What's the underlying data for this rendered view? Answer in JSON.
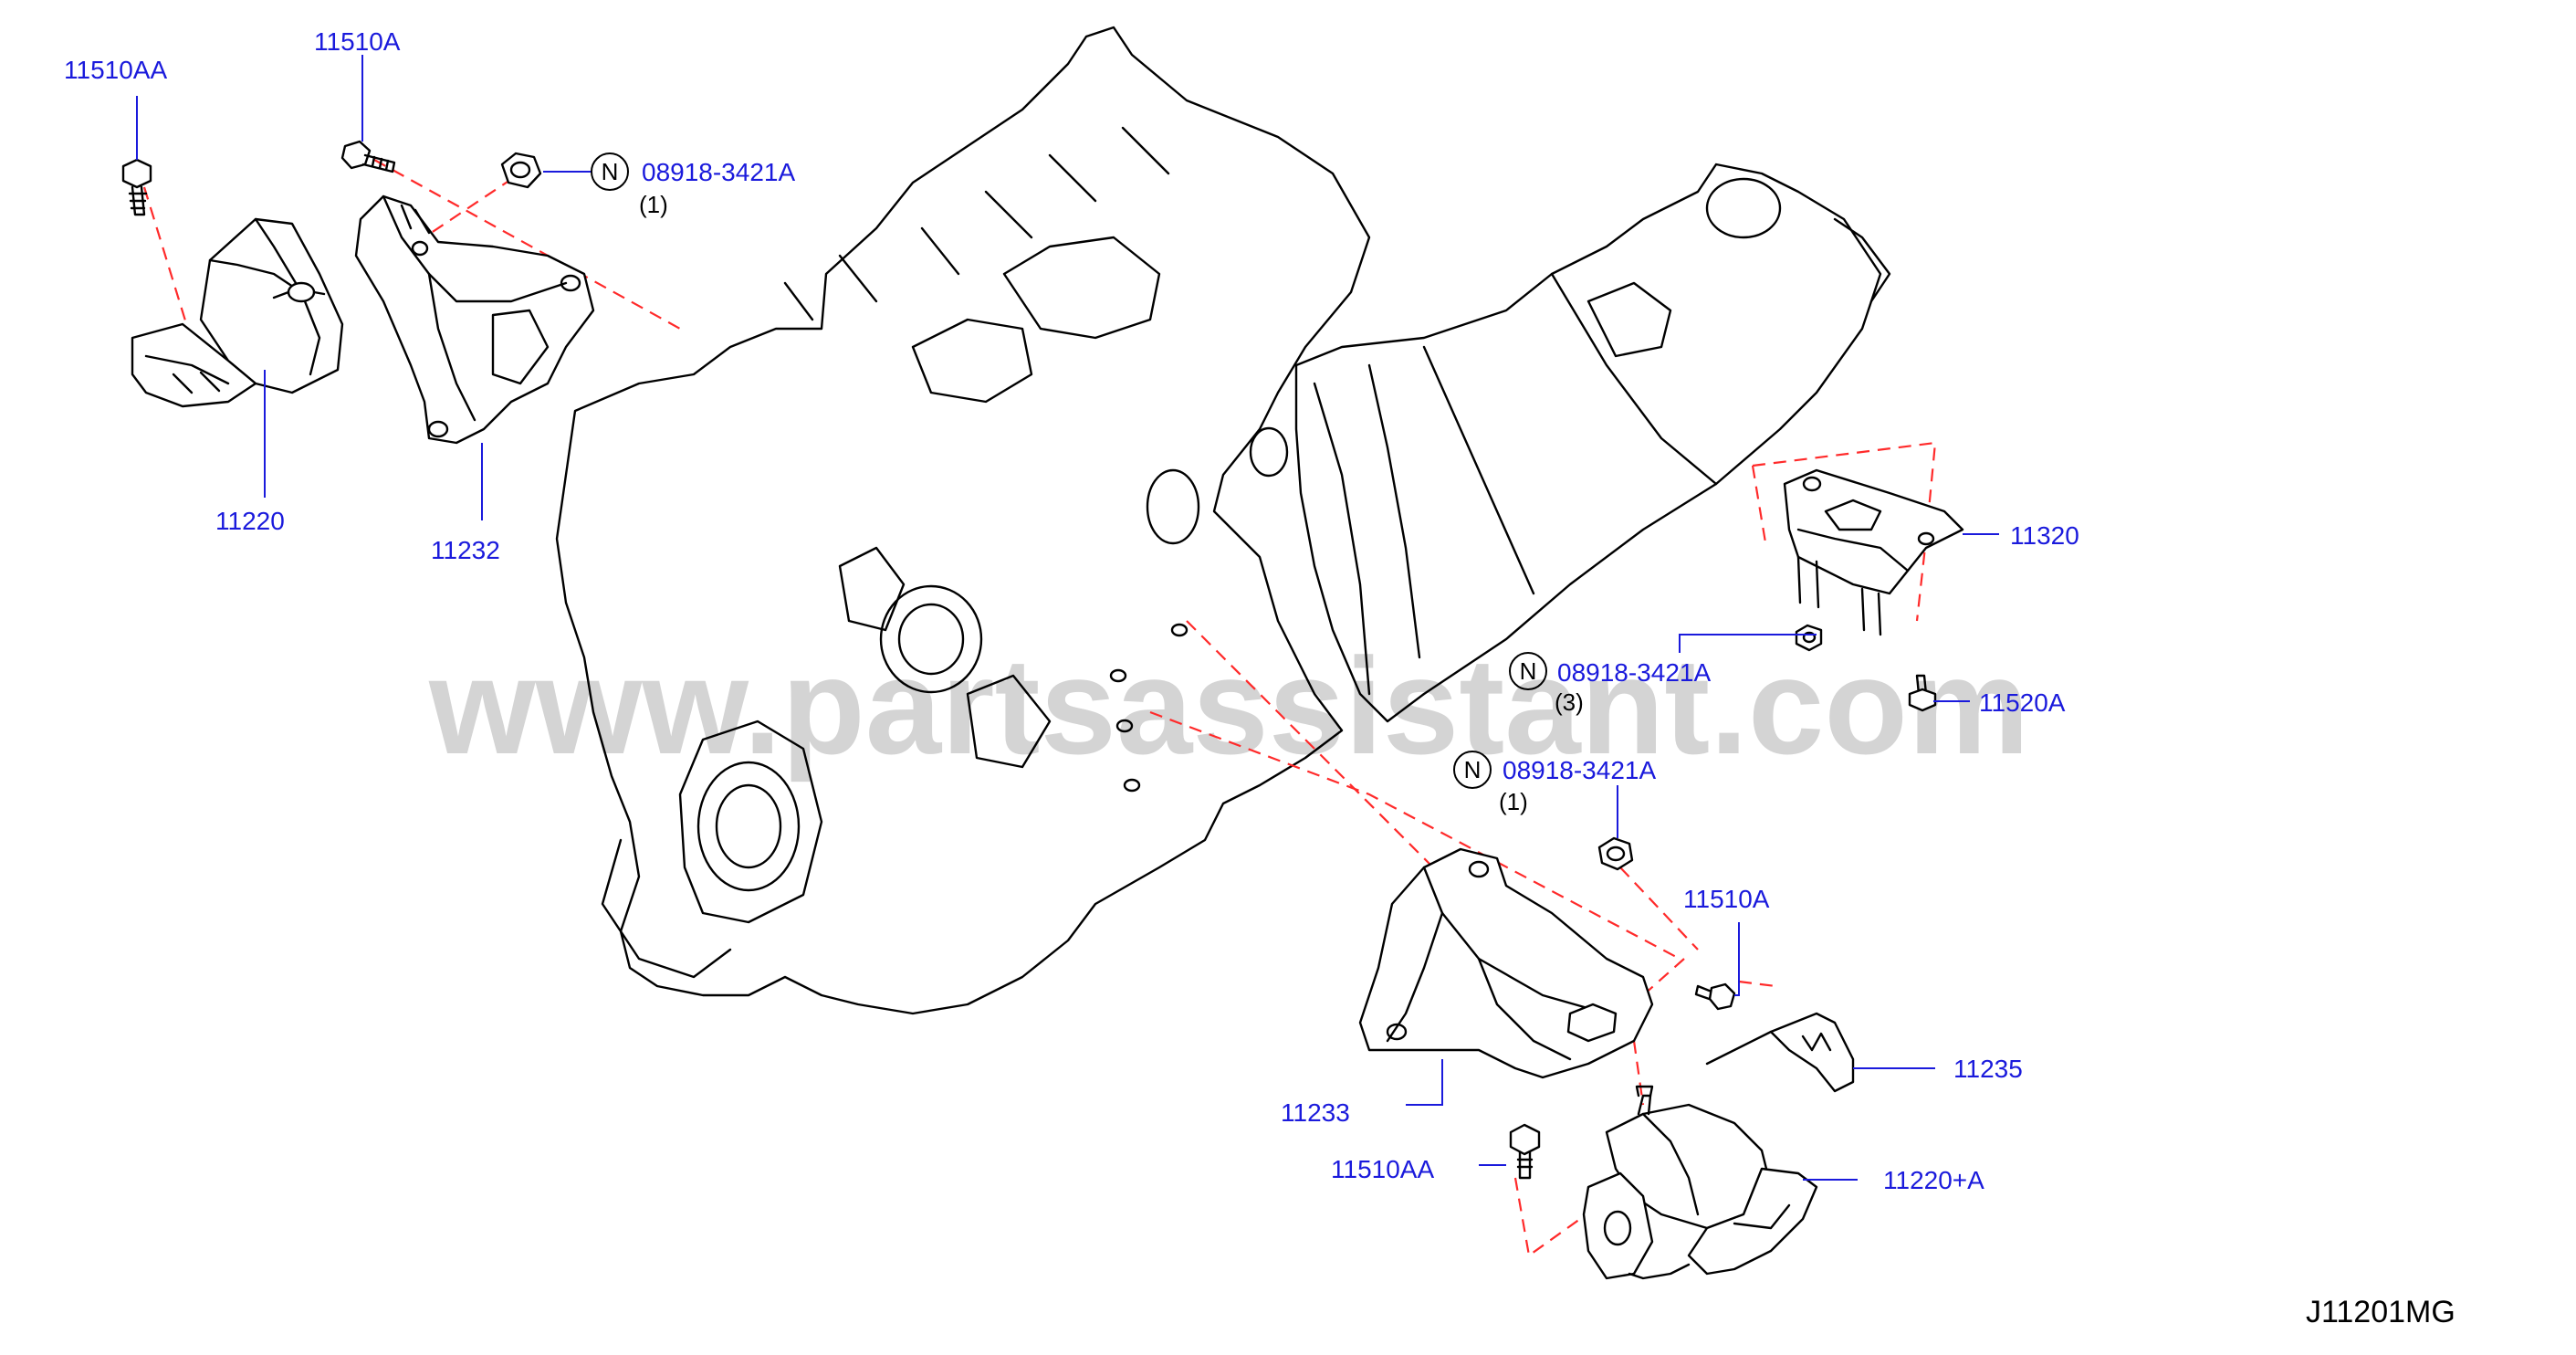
{
  "watermark": "www.partsassistant.com",
  "diagram_code": "J11201MG",
  "note_symbol": "N",
  "callouts": {
    "p11510aa_top": "11510AA",
    "p11510a_top": "11510A",
    "nut_top": "08918-3421A",
    "nut_top_qty": "(1)",
    "p11220": "11220",
    "p11232": "11232",
    "p11320": "11320",
    "nut_mid": "08918-3421A",
    "nut_mid_qty": "(3)",
    "p11520a": "11520A",
    "nut_low": "08918-3421A",
    "nut_low_qty": "(1)",
    "p11510a_low": "11510A",
    "p11233": "11233",
    "p11235": "11235",
    "p11510aa_low": "11510AA",
    "p11220a": "11220+A"
  },
  "colors": {
    "callout_text": "#1a1adc",
    "guide_dash": "#ff2a2a",
    "watermark": "#d4d4d4"
  }
}
